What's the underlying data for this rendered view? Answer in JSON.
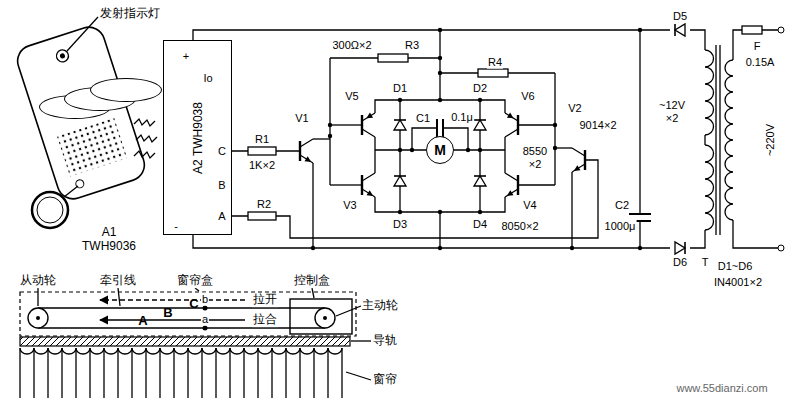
{
  "diagram": {
    "nodes": [
      {
        "text": [
          "A1 TWH9036"
        ]
      },
      {
        "text": [
          "A"
        ],
        "in": 0
      },
      {
        "text": [
          "B"
        ],
        "in": 0
      },
      {
        "text": [
          "C"
        ],
        "in": 0
      },
      {
        "text": [
          "A2 TWH9038"
        ]
      },
      {
        "text": [
          "M"
        ]
      }
    ],
    "labels": [
      "发射指示灯",
      "+",
      "Io",
      "C",
      "B",
      "A",
      "-",
      "R1",
      "1K×2",
      "V1",
      "R2",
      "V3",
      "300Ω×2",
      "R3",
      "R4",
      "V5",
      "D1",
      "C1",
      "0.1μ",
      "D2",
      "V6",
      "D3",
      "D4",
      "8550 ×2",
      "V4",
      "8050×2",
      "V2",
      "9014×2",
      "C2",
      "1000μ",
      "D5",
      "D6",
      "~12V ×2",
      "F",
      "0.15A",
      "~220V",
      "T",
      "D1~D6",
      "IN4001×2",
      "从动轮",
      "牵引线",
      "窗帘盒",
      "控制盒",
      "主动轮",
      "拉开",
      "拉合",
      "b",
      "a",
      "导轨",
      "窗帘",
      "www.55dianzi.com"
    ]
  }
}
